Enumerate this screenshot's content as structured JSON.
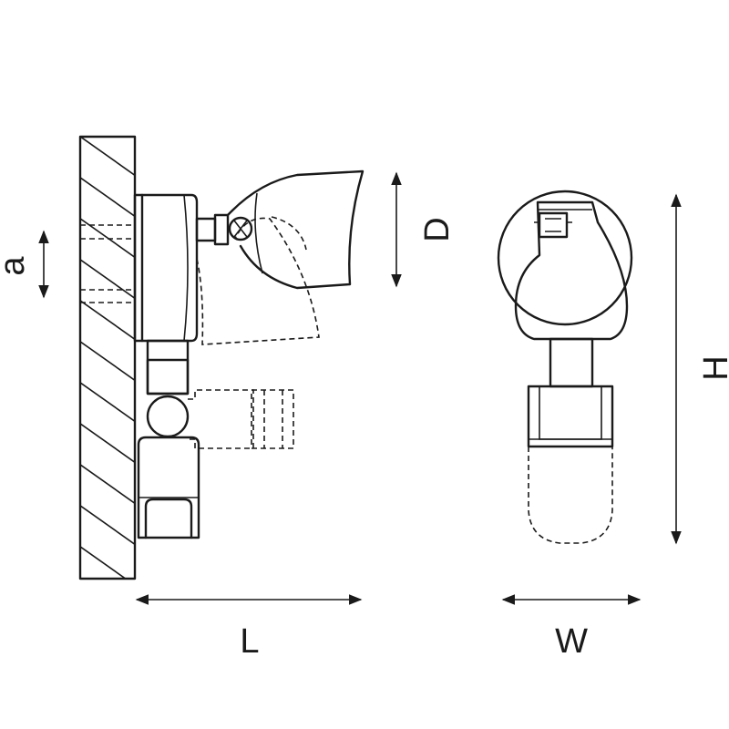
{
  "dimensions": {
    "a": "a",
    "d": "D",
    "l": "L",
    "w": "W",
    "h": "H"
  }
}
